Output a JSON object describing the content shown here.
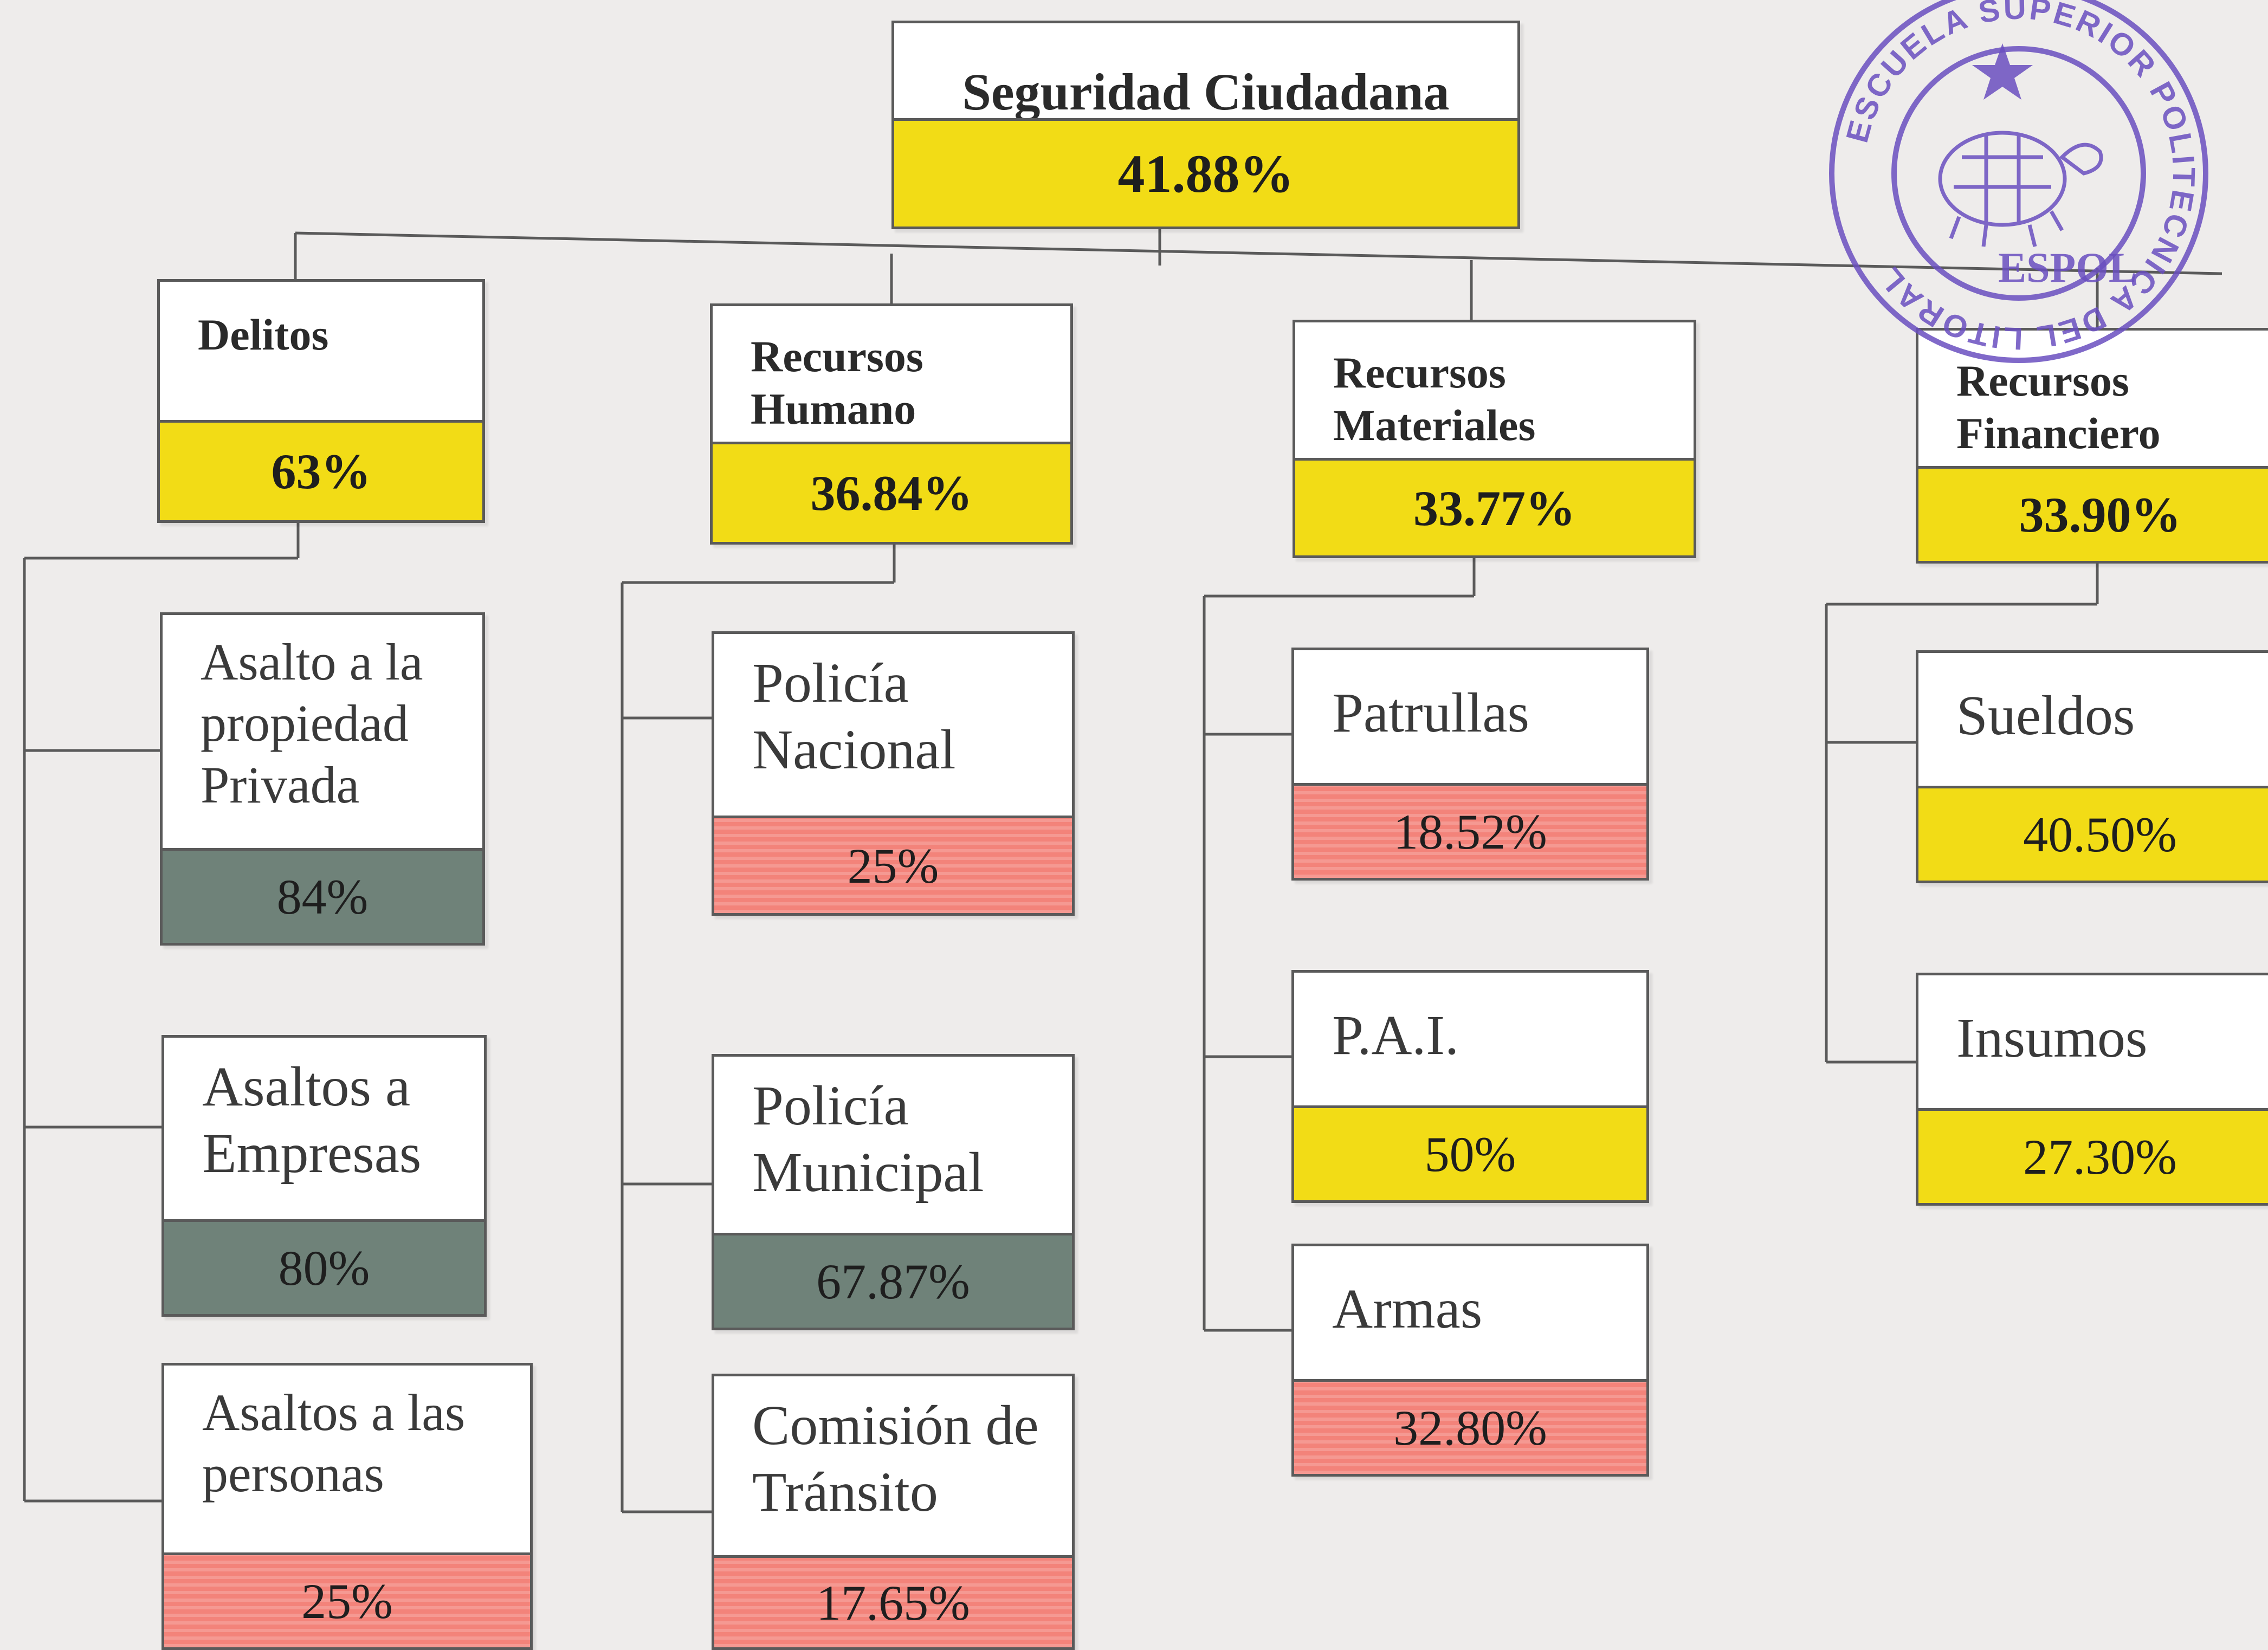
{
  "stamp": {
    "text": "ESCUELA SUPERIOR POLITECNICA DEL LITORAL",
    "abbr": "ESPOL",
    "color": "#6a4fc0"
  },
  "colors": {
    "yellow": "#f2dc16",
    "gray": "#6f8279",
    "red": "#f3837a",
    "line": "#5a5a5a"
  },
  "diagram": {
    "root": {
      "label": "Seguridad Ciudadana",
      "value": "41.88%",
      "color": "yellow"
    },
    "delitos": {
      "label": "Delitos",
      "value": "63%",
      "color": "yellow",
      "children": [
        {
          "label": "Asalto a la propiedad Privada",
          "value": "84%",
          "color": "gray"
        },
        {
          "label": "Asaltos a Empresas",
          "value": "80%",
          "color": "gray"
        },
        {
          "label": "Asaltos a las personas",
          "value": "25%",
          "color": "red"
        }
      ]
    },
    "humano": {
      "label": "Recursos Humano",
      "value": "36.84%",
      "color": "yellow",
      "children": [
        {
          "label": "Policía Nacional",
          "value": "25%",
          "color": "red"
        },
        {
          "label": "Policía Municipal",
          "value": "67.87%",
          "color": "gray"
        },
        {
          "label": "Comisión de Tránsito",
          "value": "17.65%",
          "color": "red"
        }
      ]
    },
    "materiales": {
      "label": "Recursos Materiales",
      "value": "33.77%",
      "color": "yellow",
      "children": [
        {
          "label": "Patrullas",
          "value": "18.52%",
          "color": "red"
        },
        {
          "label": "P.A.I.",
          "value": "50%",
          "color": "yellow"
        },
        {
          "label": "Armas",
          "value": "32.80%",
          "color": "red"
        }
      ]
    },
    "financiero": {
      "label": "Recursos Financiero",
      "value": "33.90%",
      "color": "yellow",
      "children": [
        {
          "label": "Sueldos",
          "value": "40.50%",
          "color": "yellow"
        },
        {
          "label": "Insumos",
          "value": "27.30%",
          "color": "yellow"
        }
      ]
    }
  }
}
